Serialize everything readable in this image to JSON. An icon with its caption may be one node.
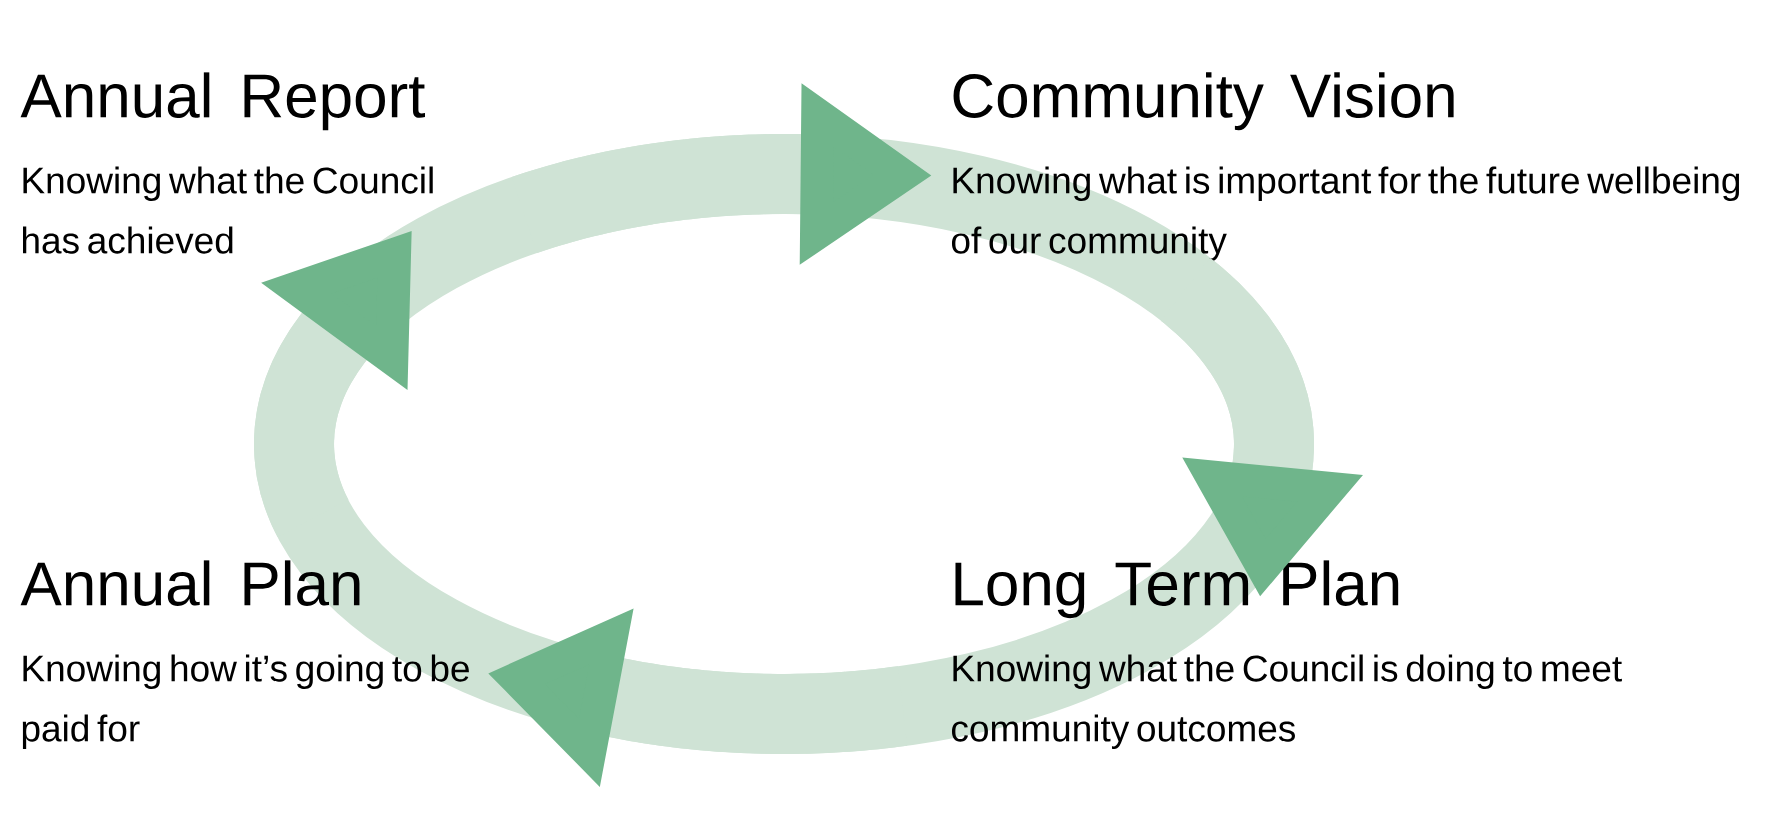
{
  "diagram": {
    "nodes": [
      {
        "text": [
          "Annual Report",
          "Knowing what the Council has achieved"
        ]
      },
      {
        "text": [
          "Community Vision",
          "Knowing what is important for the future wellbeing of our community"
        ]
      },
      {
        "text": [
          "Annual Plan",
          "Knowing how it’s going to be paid for"
        ]
      },
      {
        "text": [
          "Long Term Plan",
          "Knowing what the Council is doing to meet community outcomes"
        ]
      }
    ],
    "edges": [
      {
        "from": 0,
        "to": 1,
        "arrow": "to"
      },
      {
        "from": 1,
        "to": 3,
        "arrow": "to"
      },
      {
        "from": 3,
        "to": 2,
        "arrow": "to"
      },
      {
        "from": 2,
        "to": 0,
        "arrow": "to"
      }
    ]
  }
}
